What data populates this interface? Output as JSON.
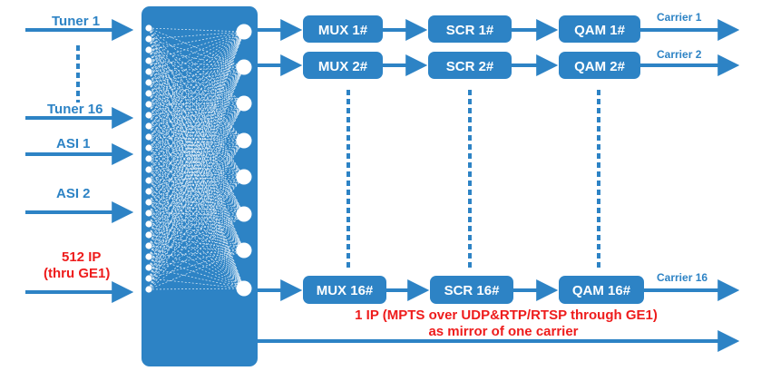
{
  "inputs": {
    "tuner_first": "Tuner 1",
    "tuner_last": "Tuner 16",
    "asi_1": "ASI 1",
    "asi_2": "ASI 2",
    "ip_line1": "512 IP",
    "ip_line2": "(thru GE1)"
  },
  "rows": [
    {
      "mux": "MUX 1#",
      "scr": "SCR 1#",
      "qam": "QAM 1#",
      "carrier": "Carrier 1"
    },
    {
      "mux": "MUX 2#",
      "scr": "SCR 2#",
      "qam": "QAM 2#",
      "carrier": "Carrier 2"
    },
    {
      "mux": "MUX 16#",
      "scr": "SCR 16#",
      "qam": "QAM 16#",
      "carrier": "Carrier 16"
    }
  ],
  "mirror": {
    "line1": "1 IP (MPTS over UDP&RTP/RTSP through GE1)",
    "line2": "as mirror of one carrier"
  },
  "colors": {
    "primary": "#2d83c5",
    "matrix_fill": "#2d83c5",
    "label_text": "#2d83c5",
    "ip_text": "#ee1c1c",
    "box_text": "#ffffff"
  }
}
